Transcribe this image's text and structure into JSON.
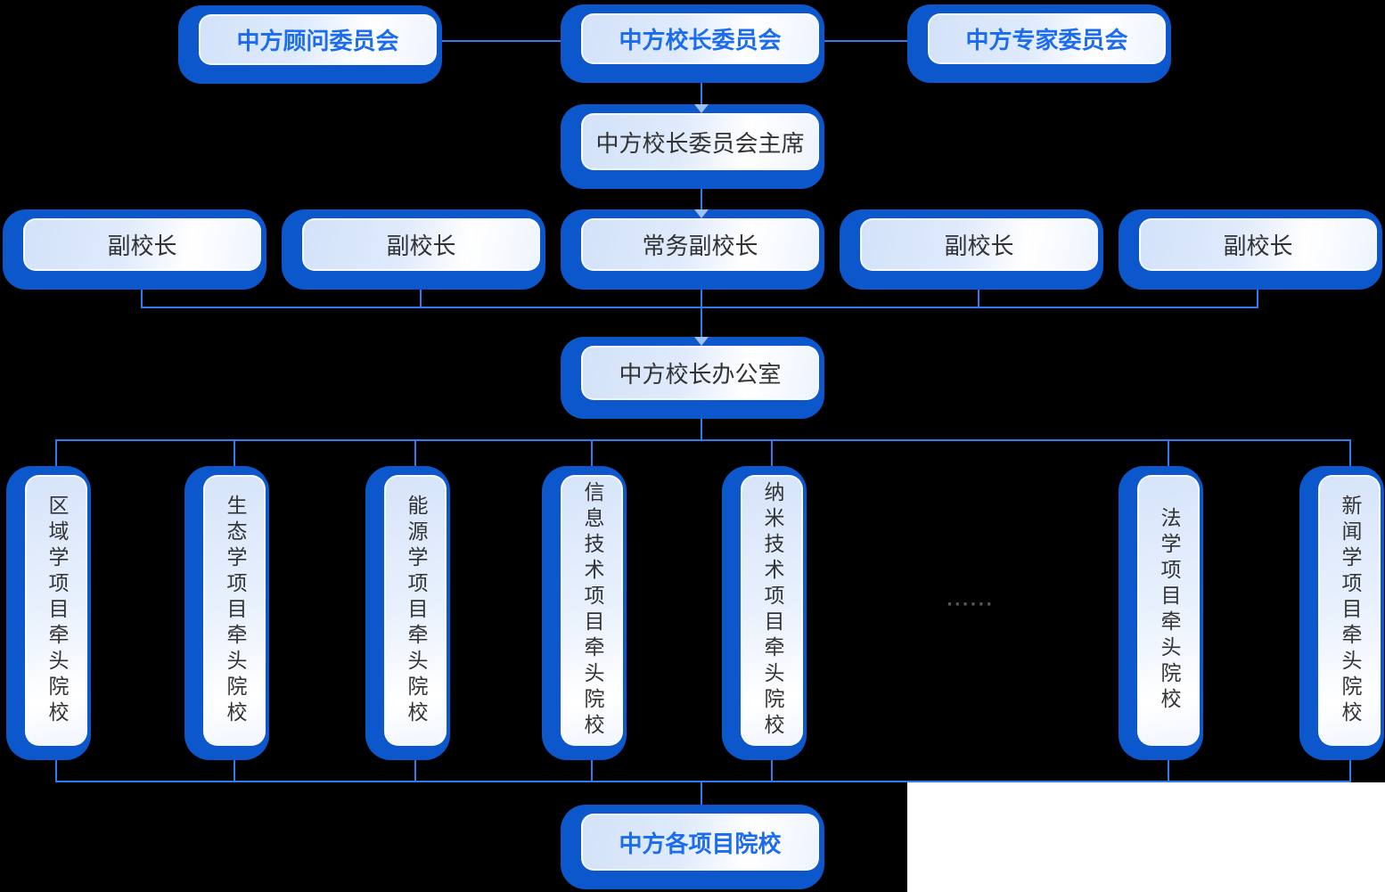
{
  "diagram": {
    "top_row": {
      "advisory": "中方顾问委员会",
      "president_committee": "中方校长委员会",
      "expert": "中方专家委员会"
    },
    "chair": "中方校长委员会主席",
    "vp_row": [
      {
        "label": "副校长"
      },
      {
        "label": "副校长"
      },
      {
        "label": "常务副校长"
      },
      {
        "label": "副校长"
      },
      {
        "label": "副校长"
      }
    ],
    "office": "中方校长办公室",
    "colleges": [
      {
        "label": "区域学项目牵头院校"
      },
      {
        "label": "生态学项目牵头院校"
      },
      {
        "label": "能源学项目牵头院校"
      },
      {
        "label": "信息技术项目牵头院校"
      },
      {
        "label": "纳米技术项目牵头院校"
      },
      {
        "label": "法学项目牵头院校"
      },
      {
        "label": "新闻学项目牵头院校"
      }
    ],
    "ellipsis": "······",
    "bottom": "中方各项目院校"
  },
  "colors": {
    "shell_blue": "#0b57cb",
    "line_blue": "#2e7cf0",
    "arrow_blue": "#9fc0f2",
    "text_blue": "#1b6cee",
    "text_dark": "#333333",
    "background": "#000000"
  }
}
